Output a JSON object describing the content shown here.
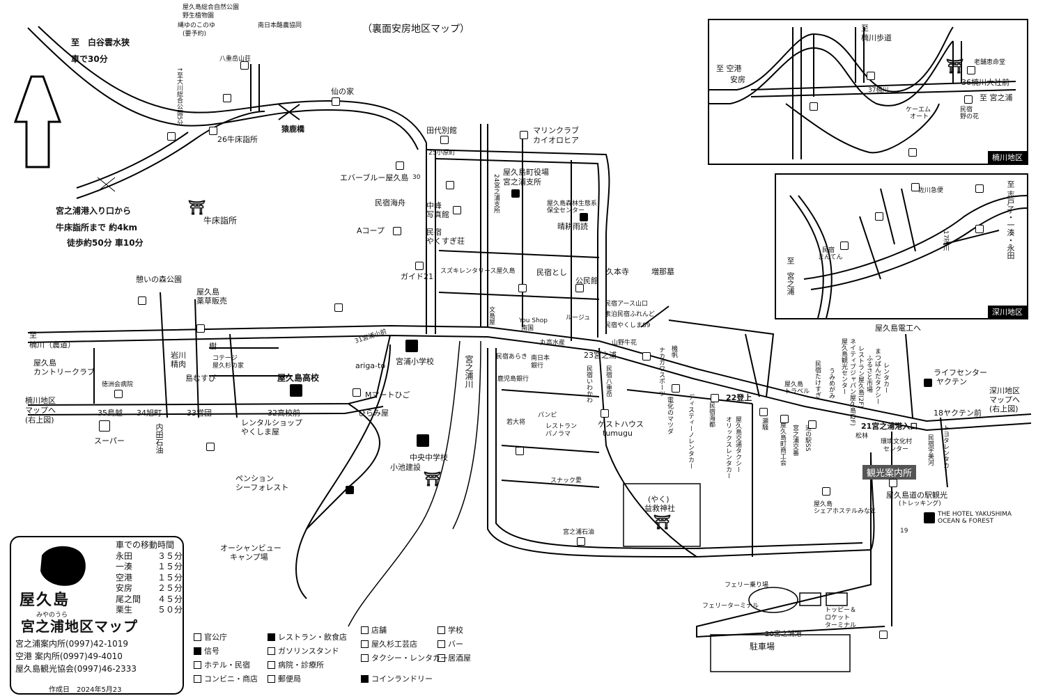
{
  "header": {
    "subtitle": "（裏面安房地区マップ）"
  },
  "direction": {
    "shiratani_line1": "至　白谷雲水狭",
    "shiratani_line2": "車で30分",
    "entrance_line1": "宮之浦港入り口から",
    "entrance_line2": "牛床詣所まで 約4km",
    "entrance_line3": "徒歩約50分 車10分",
    "to_kusugawa": "至",
    "to_kusugawa2": "楠川（農道）",
    "kusugawa_map_1": "楠川地区",
    "kusugawa_map_2": "マップへ",
    "kusugawa_map_3": "(右上図)",
    "fukagawa_map_1": "深川地区",
    "fukagawa_map_2": "マップへ",
    "fukagawa_map_3": "(右上図)",
    "to_denko": "屋久島電工へ",
    "sarukabashi": "猿鹿橋"
  },
  "bus_stops": [
    "26牛床詣所",
    "25小原町",
    "31宮浦小前",
    "32高校前",
    "33営団",
    "34旭町",
    "35鳥越",
    "23宮之浦",
    "22登上",
    "21宮之浦港入口",
    "18ヤクテン前",
    "20宮之浦港",
    "19",
    "30",
    "24宮之浦支所"
  ],
  "places": {
    "shokubutsuen": "屋久島総合自然公園",
    "shokubutsuen2": "野生植物園",
    "yunoko": "縄ゆのこのゆ",
    "yunoko2": "(要予約)",
    "minami_nippon": "南日本酪農協同",
    "yaegadake": "八重岳山荘",
    "sogo_koen": "↑至大川総合公園5分",
    "sen_no_ie": "仙の家",
    "tashirobekkan": "田代別館",
    "marine_club": "マリンクラブ",
    "marine_club2": "カイオロヒア",
    "everblue": "エバーブルー屋久島",
    "yakushima_town_office": "屋久島町役場",
    "yakushima_town_office2": "宮之浦支所",
    "shinrin": "屋久島森林生態系",
    "shinrin2": "保全センター",
    "seiko": "晴耕雨読",
    "minshuku_kaishu": "民宿海舟",
    "nakamine": "中峰",
    "nakamine2": "写真館",
    "acoop": "Aコープ",
    "minshuku_yakusugi": "民宿",
    "minshuku_yakusugi2": "やくすぎ荘",
    "guide21": "ガイド21",
    "suzuki": "スズキレンタリース屋久島",
    "minshuku_toshi": "民宿とし",
    "kominkan": "公民館",
    "kumonji": "久本寺",
    "ikoi_koen": "憩いの森公園",
    "yakuso": "屋久島",
    "yakuso2": "薬草販売",
    "country_club": "屋久島",
    "country_club2": "カントリークラブ",
    "tokushukai": "徳洲会病院",
    "iwakawa": "岩川",
    "iwakawa2": "精肉",
    "shimamusubi": "島むすび",
    "cottage": "コテージ",
    "cottage2": "屋久杉の家",
    "jyu": "樹",
    "high_school": "屋久島高校",
    "rental_shop": "レンタルショップ",
    "rental_shop2": "やくしま屋",
    "super": "スーパー",
    "uchida": "内田石油",
    "pension": "ペンション",
    "pension2": "シーフォレスト",
    "arigato": "ariga-to",
    "miyaura_es": "宮浦小学校",
    "mmart": "Mマートひご",
    "hiramiya": "ひらみ屋",
    "chuo_jhs": "中央中学校",
    "koike": "小池建設",
    "ocean_view": "オーシャンビュー",
    "ocean_view2": "キャンプ場",
    "miyanoura_river": "宮之浦川",
    "bunka_kaikan": "文島屋",
    "you_shop": "You Shop",
    "nango": "南国",
    "minshuku_yamaguchi": "民宿アース山口",
    "sudomari": "素泊民宿ふれんど",
    "minshuku_yakushima89": "民宿やくしま89",
    "rouge": "ルージュ",
    "maruko": "丸高水産",
    "yamano": "山野牛花",
    "minshuku_arashi": "民宿あらき",
    "minami_nippon_bank": "南日本",
    "minami_nippon_bank2": "銀行",
    "kagoshima_bank": "鹿児島銀行",
    "pambi": "パンビ",
    "wakaoui": "若大将",
    "panorama": "レストラン",
    "panorama2": "パノラマ",
    "minshuku_iwakawa": "民宿いわかわ",
    "minshuku_yaedake": "民宿八重岳",
    "guesthouse": "ゲストハウス",
    "guesthouse2": "tumugu",
    "snack": "スナック愛",
    "ekisai_jinja": "(やく)",
    "ekisai_jinja2": "益救神社",
    "miyanoura_sekiyu": "宮之浦石油",
    "nakagawa": "ナカガワスポーツ",
    "kaiho": "機帆",
    "denka": "電化のマツダ",
    "disteno": "ディスティーノレンタカー",
    "minshuku_umi": "民宿海都",
    "orix": "オリックスレンタカー",
    "yakushima_kotsu": "屋久島交通タクシー",
    "chokusen": "瀬騒",
    "yakushima_machi": "屋久島町商工会",
    "miyaura_koban": "宮之浦交番",
    "michinoeki_ss": "道の駅SS",
    "yakushima_travel": "屋久島",
    "yakushima_travel2": "トラベル",
    "minshuku_takesugi": "民宿たけすぎ",
    "umi_megami": "うみめがみ",
    "kanko_center": "屋久島観光センター",
    "native": "ネイティブジャパン屋久島(2F)",
    "restaurant_yakushima": "レストラン屋久島(2F)",
    "furusato": "ふるさと市場",
    "matsubanda": "まつばんだタクシー",
    "rental_car": "レンタカー",
    "life_center": "ライフセンター",
    "life_center2": "ヤクテン",
    "toyota": "トヨタレンタカー",
    "minshuku_umi2": "民宿宇美河",
    "matsubayashi": "松林",
    "kankyo_bunka": "環境文化村",
    "kankyo_bunka2": "センター",
    "kanko_annaisho": "観光案内所",
    "michinoeki": "屋久島道の駅観光",
    "michinoeki2": "(トレッキング)",
    "share_hotel": "屋久島",
    "share_hotel2": "シェアホステルみなと",
    "hotel_yakushima": "THE HOTEL YAKUSHIMA",
    "hotel_yakushima2": "OCEAN & FOREST",
    "ferry_noriba": "フェリー乗り場",
    "ferry_terminal": "フェリーターミナル",
    "toppy": "トッピー＆",
    "toppy2": "ロケット",
    "toppy3": "ターミナル",
    "parking": "駐車場",
    "ushitoko": "牛床詣所",
    "boo": "増那墓"
  },
  "inset_kusugawa": {
    "title": "楠川地区",
    "to_airport": "至 空港",
    "to_anbo": "安房",
    "to_hodo": "至",
    "to_hodo2": "楠川歩道",
    "shrine": "老舗恵命堂",
    "stop36": "36楠川大社前",
    "stop37": "37楠川",
    "to_miyanoura": "至 宮之浦",
    "km_auto": "ケーエム",
    "km_auto2": "オート",
    "minshuku": "民宿",
    "minshuku2": "野の花"
  },
  "inset_fukagawa": {
    "title": "深川地区",
    "sagawa": "佐川急便",
    "to_shirako": "至 志戸子・一湊・永田",
    "minshuku": "民宿",
    "minshuku2": "まんてん",
    "stop17": "17深川",
    "to_miyanoura": "至　宮之浦"
  },
  "info": {
    "travel_title": "車での移動時間",
    "travel": [
      {
        "place": "永田",
        "time": "３５分"
      },
      {
        "place": "一湊",
        "time": "１５分"
      },
      {
        "place": "空港",
        "time": "１５分"
      },
      {
        "place": "安房",
        "time": "２５分"
      },
      {
        "place": "尾之間",
        "time": "４５分"
      },
      {
        "place": "栗生",
        "time": "５０分"
      }
    ],
    "island_name": "屋久島",
    "furigana": "みやのうら",
    "map_title": "宮之浦地区マップ",
    "contacts": [
      {
        "name": "宮之浦案内所",
        "tel": "(0997)42-1019"
      },
      {
        "name": "空港 案内所",
        "tel": "(0997)49-4010"
      },
      {
        "name": "屋久島観光協会",
        "tel": "(0997)46-2333"
      }
    ],
    "created": "作成日　2024年5月23"
  },
  "legend": [
    {
      "label": "官公庁",
      "icon": "government-icon"
    },
    {
      "label": "信号",
      "icon": "traffic-light-icon"
    },
    {
      "label": "ホテル・民宿",
      "icon": "hotel-icon"
    },
    {
      "label": "コンビニ・商店",
      "icon": "convenience-store-icon"
    },
    {
      "label": "レストラン・飲食店",
      "icon": "restaurant-icon"
    },
    {
      "label": "ガソリンスタンド",
      "icon": "gas-station-icon"
    },
    {
      "label": "病院・診療所",
      "icon": "hospital-icon"
    },
    {
      "label": "郵便局",
      "icon": "post-office-icon"
    },
    {
      "label": "店舗",
      "icon": "shop-icon"
    },
    {
      "label": "屋久杉工芸店",
      "icon": "yakusugi-craft-icon"
    },
    {
      "label": "タクシー・レンタカー",
      "icon": "taxi-icon"
    },
    {
      "label": "コインランドリー",
      "icon": "laundry-icon"
    },
    {
      "label": "学校",
      "icon": "school-icon"
    },
    {
      "label": "バー",
      "icon": "bar-icon"
    },
    {
      "label": "居酒屋",
      "icon": "izakaya-icon"
    }
  ]
}
